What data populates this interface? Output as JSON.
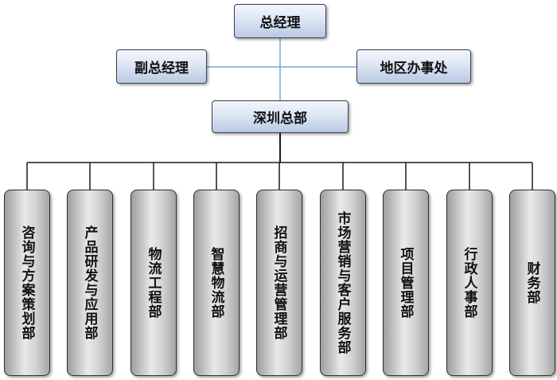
{
  "top": {
    "general_manager": "总经理",
    "deputy_manager": "副总经理",
    "regional_office": "地区办事处",
    "shenzhen_hq": "深圳总部"
  },
  "departments": [
    "咨询与方案策划部",
    "产品研发与应用部",
    "物流工程部",
    "智慧物流部",
    "招商与运营管理部",
    "市场营销与客户服务部",
    "项目管理部",
    "行政人事部",
    "财务部"
  ],
  "colors": {
    "top_box_fill": "#c9d6ea",
    "line_blue": "#7aa7d6",
    "line_black": "#1a1a1a",
    "dept_fill": "#d9d9d9"
  }
}
